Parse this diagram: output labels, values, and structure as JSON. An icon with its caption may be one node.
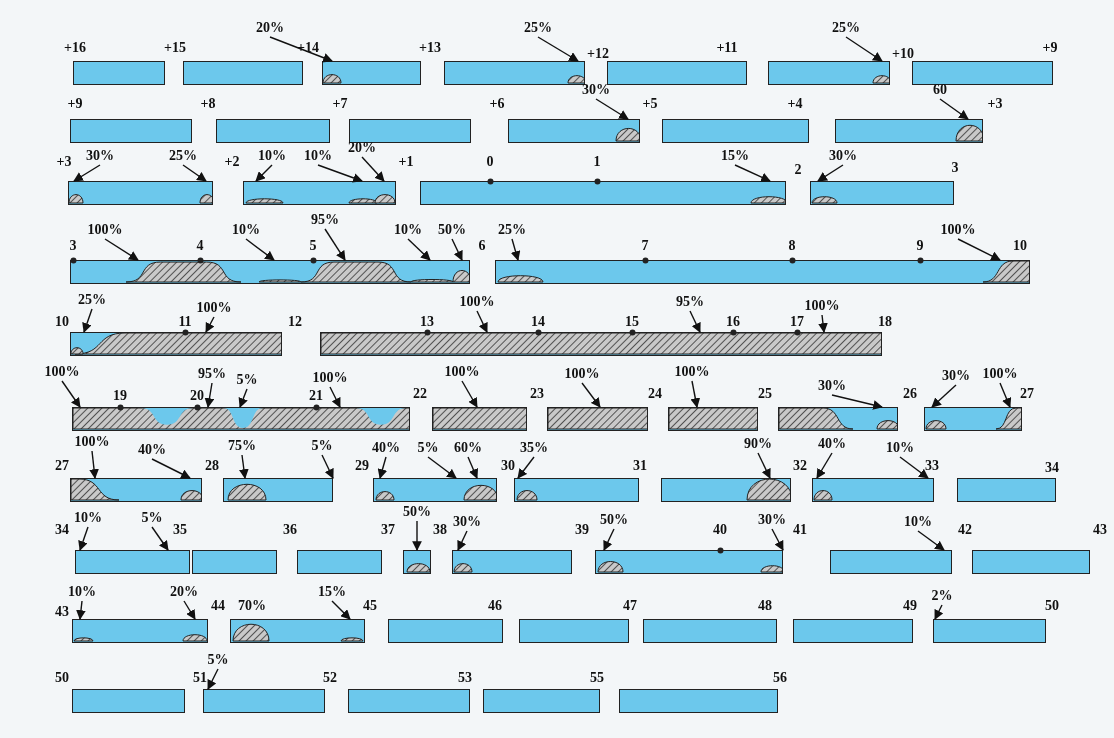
{
  "diagram": {
    "nodes": [
      {
        "text": [],
        "shape": "bar"
      },
      {
        "text": [],
        "shape": "bar"
      },
      {
        "text": [],
        "shape": "bar"
      },
      {
        "text": [
          "20%"
        ]
      },
      {
        "text": [],
        "shape": "bar"
      },
      {
        "text": [
          "25%"
        ]
      },
      {
        "text": [],
        "shape": "bar"
      },
      {
        "text": [],
        "shape": "bar"
      },
      {
        "text": [
          "25%"
        ]
      },
      {
        "text": [],
        "shape": "bar"
      },
      {
        "text": [],
        "shape": "bar"
      },
      {
        "text": [],
        "shape": "bar"
      },
      {
        "text": [],
        "shape": "bar"
      },
      {
        "text": [],
        "shape": "bar"
      },
      {
        "text": [
          "30%"
        ]
      },
      {
        "text": [],
        "shape": "bar"
      },
      {
        "text": [],
        "shape": "bar"
      },
      {
        "text": [
          "60"
        ]
      },
      {
        "text": [],
        "shape": "bar"
      },
      {
        "text": [
          "30%"
        ]
      },
      {
        "text": [
          "25%"
        ]
      },
      {
        "text": [],
        "shape": "bar"
      },
      {
        "text": [
          "10%"
        ]
      },
      {
        "text": [
          "10%"
        ]
      },
      {
        "text": [
          "20%"
        ]
      },
      {
        "text": [],
        "shape": "bar"
      },
      {
        "text": [
          "15%"
        ]
      },
      {
        "text": [],
        "shape": "bar"
      },
      {
        "text": [
          "30%"
        ]
      },
      {
        "text": [],
        "shape": "bar"
      },
      {
        "text": [
          "100%"
        ]
      },
      {
        "text": [
          "10%"
        ]
      },
      {
        "text": [
          "95%"
        ]
      },
      {
        "text": [
          "10%"
        ]
      },
      {
        "text": [
          "50%"
        ]
      },
      {
        "text": [],
        "shape": "bar"
      },
      {
        "text": [
          "25%"
        ]
      },
      {
        "text": [
          "100%"
        ]
      },
      {
        "text": [],
        "shape": "bar"
      },
      {
        "text": [
          "25%"
        ]
      },
      {
        "text": [
          "100%"
        ]
      },
      {
        "text": [],
        "shape": "bar"
      },
      {
        "text": [
          "100%"
        ]
      },
      {
        "text": [
          "95%"
        ]
      },
      {
        "text": [
          "100%"
        ]
      },
      {
        "text": [],
        "shape": "bar"
      },
      {
        "text": [
          "100%"
        ]
      },
      {
        "text": [
          "95%"
        ]
      },
      {
        "text": [
          "5%"
        ]
      },
      {
        "text": [
          "100%"
        ]
      },
      {
        "text": [],
        "shape": "bar"
      },
      {
        "text": [
          "100%"
        ]
      },
      {
        "text": [],
        "shape": "bar"
      },
      {
        "text": [
          "100%"
        ]
      },
      {
        "text": [],
        "shape": "bar"
      },
      {
        "text": [
          "100%"
        ]
      },
      {
        "text": [],
        "shape": "bar"
      },
      {
        "text": [
          "30%"
        ]
      },
      {
        "text": [],
        "shape": "bar"
      },
      {
        "text": [
          "30%"
        ]
      },
      {
        "text": [
          "100%"
        ]
      },
      {
        "text": [],
        "shape": "bar"
      },
      {
        "text": [
          "100%"
        ]
      },
      {
        "text": [
          "40%"
        ]
      },
      {
        "text": [],
        "shape": "bar"
      },
      {
        "text": [
          "75%"
        ]
      },
      {
        "text": [
          "5%"
        ]
      },
      {
        "text": [],
        "shape": "bar"
      },
      {
        "text": [
          "40%"
        ]
      },
      {
        "text": [
          "5%"
        ]
      },
      {
        "text": [
          "60%"
        ]
      },
      {
        "text": [],
        "shape": "bar"
      },
      {
        "text": [
          "35%"
        ]
      },
      {
        "text": [],
        "shape": "bar"
      },
      {
        "text": [
          "90%"
        ]
      },
      {
        "text": [],
        "shape": "bar"
      },
      {
        "text": [
          "40%"
        ]
      },
      {
        "text": [
          "10%"
        ]
      },
      {
        "text": [],
        "shape": "bar"
      },
      {
        "text": [],
        "shape": "bar"
      },
      {
        "text": [
          "10%"
        ]
      },
      {
        "text": [
          "5%"
        ]
      },
      {
        "text": [],
        "shape": "bar"
      },
      {
        "text": [],
        "shape": "bar"
      },
      {
        "text": [],
        "shape": "bar"
      },
      {
        "text": [
          "50%"
        ]
      },
      {
        "text": [],
        "shape": "bar"
      },
      {
        "text": [
          "30%"
        ]
      },
      {
        "text": [],
        "shape": "bar"
      },
      {
        "text": [
          "50%"
        ]
      },
      {
        "text": [
          "30%"
        ]
      },
      {
        "text": [],
        "shape": "bar"
      },
      {
        "text": [
          "10%"
        ]
      },
      {
        "text": [],
        "shape": "bar"
      },
      {
        "text": [],
        "shape": "bar"
      },
      {
        "text": [
          "10%"
        ]
      },
      {
        "text": [
          "20%"
        ]
      },
      {
        "text": [],
        "shape": "bar"
      },
      {
        "text": [
          "15%"
        ]
      },
      {
        "text": [],
        "shape": "bar"
      },
      {
        "text": [],
        "shape": "bar"
      },
      {
        "text": [],
        "shape": "bar"
      },
      {
        "text": [],
        "shape": "bar"
      },
      {
        "text": [],
        "shape": "bar"
      },
      {
        "text": [
          "2%"
        ]
      },
      {
        "text": [],
        "shape": "bar"
      },
      {
        "text": [],
        "shape": "bar"
      },
      {
        "text": [
          "5%"
        ]
      },
      {
        "text": [],
        "shape": "bar"
      },
      {
        "text": [],
        "shape": "bar"
      },
      {
        "text": [],
        "shape": "bar"
      }
    ],
    "edges": [
      {
        "from": 3,
        "to": 2,
        "arrow": "to"
      },
      {
        "from": 5,
        "to": 4,
        "arrow": "to"
      },
      {
        "from": 8,
        "to": 7,
        "arrow": "to"
      },
      {
        "from": 14,
        "to": 13,
        "arrow": "to"
      },
      {
        "from": 17,
        "to": 16,
        "arrow": "to"
      },
      {
        "from": 19,
        "to": 18,
        "arrow": "to"
      },
      {
        "from": 20,
        "to": 18,
        "arrow": "to"
      },
      {
        "from": 22,
        "to": 21,
        "arrow": "to"
      },
      {
        "from": 23,
        "to": 21,
        "arrow": "to"
      },
      {
        "from": 24,
        "to": 21,
        "arrow": "to"
      },
      {
        "from": 26,
        "to": 25,
        "arrow": "to"
      },
      {
        "from": 28,
        "to": 27,
        "arrow": "to"
      },
      {
        "from": 30,
        "to": 29,
        "arrow": "to"
      },
      {
        "from": 31,
        "to": 29,
        "arrow": "to"
      },
      {
        "from": 32,
        "to": 29,
        "arrow": "to"
      },
      {
        "from": 33,
        "to": 29,
        "arrow": "to"
      },
      {
        "from": 34,
        "to": 29,
        "arrow": "to"
      },
      {
        "from": 36,
        "to": 35,
        "arrow": "to"
      },
      {
        "from": 37,
        "to": 35,
        "arrow": "to"
      },
      {
        "from": 39,
        "to": 38,
        "arrow": "to"
      },
      {
        "from": 40,
        "to": 38,
        "arrow": "to"
      },
      {
        "from": 42,
        "to": 41,
        "arrow": "to"
      },
      {
        "from": 43,
        "to": 41,
        "arrow": "to"
      },
      {
        "from": 44,
        "to": 41,
        "arrow": "to"
      },
      {
        "from": 46,
        "to": 45,
        "arrow": "to"
      },
      {
        "from": 47,
        "to": 45,
        "arrow": "to"
      },
      {
        "from": 48,
        "to": 45,
        "arrow": "to"
      },
      {
        "from": 49,
        "to": 45,
        "arrow": "to"
      },
      {
        "from": 51,
        "to": 50,
        "arrow": "to"
      },
      {
        "from": 53,
        "to": 52,
        "arrow": "to"
      },
      {
        "from": 55,
        "to": 54,
        "arrow": "to"
      },
      {
        "from": 57,
        "to": 56,
        "arrow": "to"
      },
      {
        "from": 59,
        "to": 58,
        "arrow": "to"
      },
      {
        "from": 60,
        "to": 58,
        "arrow": "to"
      },
      {
        "from": 62,
        "to": 61,
        "arrow": "to"
      },
      {
        "from": 63,
        "to": 61,
        "arrow": "to"
      },
      {
        "from": 65,
        "to": 64,
        "arrow": "to"
      },
      {
        "from": 66,
        "to": 64,
        "arrow": "to"
      },
      {
        "from": 68,
        "to": 67,
        "arrow": "to"
      },
      {
        "from": 69,
        "to": 67,
        "arrow": "to"
      },
      {
        "from": 70,
        "to": 67,
        "arrow": "to"
      },
      {
        "from": 72,
        "to": 71,
        "arrow": "to"
      },
      {
        "from": 74,
        "to": 73,
        "arrow": "to"
      },
      {
        "from": 76,
        "to": 75,
        "arrow": "to"
      },
      {
        "from": 77,
        "to": 75,
        "arrow": "to"
      },
      {
        "from": 80,
        "to": 79,
        "arrow": "to"
      },
      {
        "from": 81,
        "to": 79,
        "arrow": "to"
      },
      {
        "from": 85,
        "to": 84,
        "arrow": "to"
      },
      {
        "from": 87,
        "to": 86,
        "arrow": "to"
      },
      {
        "from": 89,
        "to": 88,
        "arrow": "to"
      },
      {
        "from": 90,
        "to": 88,
        "arrow": "to"
      },
      {
        "from": 92,
        "to": 91,
        "arrow": "to"
      },
      {
        "from": 95,
        "to": 94,
        "arrow": "to"
      },
      {
        "from": 96,
        "to": 94,
        "arrow": "to"
      },
      {
        "from": 98,
        "to": 97,
        "arrow": "to"
      },
      {
        "from": 104,
        "to": 103,
        "arrow": "to"
      },
      {
        "from": 107,
        "to": 106,
        "arrow": "to"
      }
    ],
    "labels": [
      "+16",
      "+15",
      "+14",
      "+13",
      "+12",
      "+11",
      "+10",
      "+9",
      "+9",
      "+8",
      "+7",
      "+6",
      "+5",
      "+4",
      "+3",
      "+3",
      "+2",
      "+1",
      "0",
      "1",
      "2",
      "3",
      "3",
      "4",
      "5",
      "6",
      "7",
      "8",
      "9",
      "10",
      "10",
      "11",
      "12",
      "13",
      "14",
      "15",
      "16",
      "17",
      "18",
      "19",
      "20",
      "21",
      "22",
      "23",
      "24",
      "25",
      "26",
      "27",
      "27",
      "28",
      "29",
      "30",
      "31",
      "32",
      "33",
      "34",
      "34",
      "35",
      "36",
      "37",
      "38",
      "39",
      "40",
      "41",
      "42",
      "43",
      "43",
      "44",
      "70%",
      "45",
      "46",
      "47",
      "48",
      "49",
      "50",
      "50",
      "51",
      "52",
      "53",
      "55",
      "56"
    ]
  }
}
